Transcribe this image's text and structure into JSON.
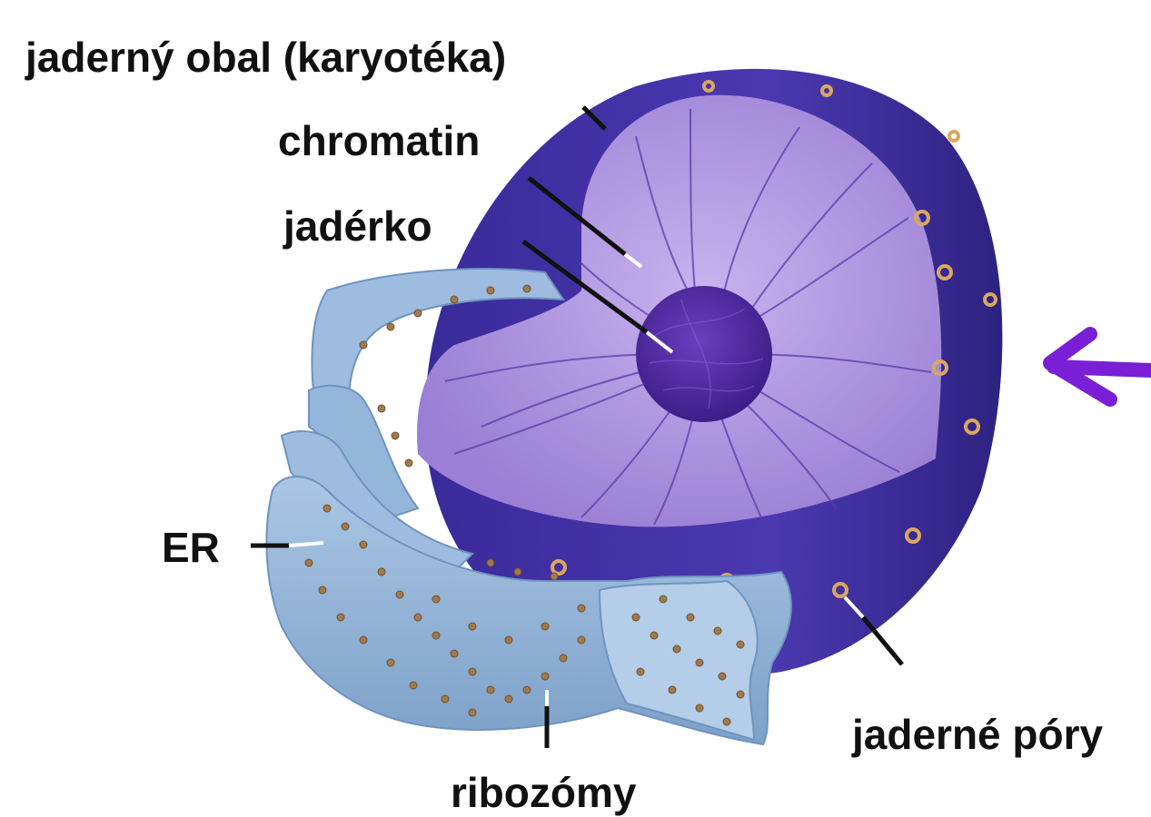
{
  "labels": {
    "nuclear_envelope": "jaderný obal (karyotéka)",
    "chromatin": "chromatin",
    "nucleolus": "jadérko",
    "er": "ER",
    "nuclear_pores": "jaderné póry",
    "ribosomes": "ribozómy"
  },
  "colors": {
    "envelope_dark": "#3a2a9a",
    "envelope_mid": "#4b38b0",
    "nucleoplasm": "#b49be0",
    "chromatin": "#5a3aa8",
    "nucleolus": "#4a2598",
    "er": "#8fb4d8",
    "er_dark": "#6f93c0",
    "ribosome": "#a07a4a",
    "pore": "#d9a860",
    "arrow": "#7a1fd6",
    "text": "#111111"
  },
  "icons": {
    "arrow": "purple-left-arrow"
  }
}
